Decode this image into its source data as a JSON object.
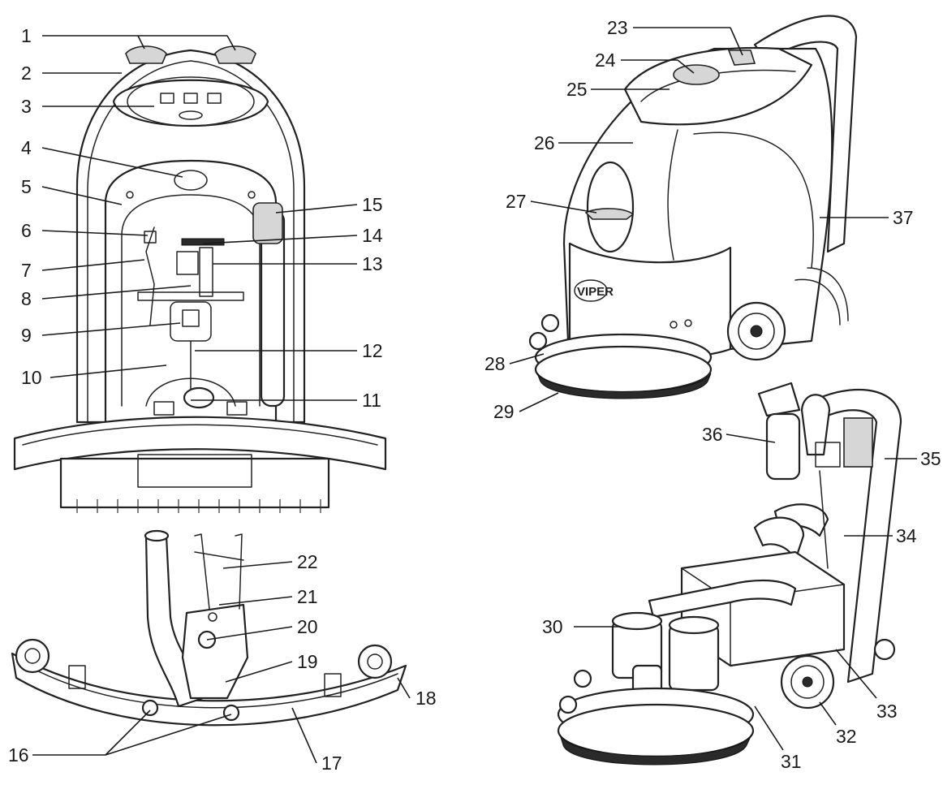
{
  "brand": {
    "logo_text": "VIPER"
  },
  "callouts": [
    {
      "num": "1"
    },
    {
      "num": "2"
    },
    {
      "num": "3"
    },
    {
      "num": "4"
    },
    {
      "num": "5"
    },
    {
      "num": "6"
    },
    {
      "num": "7"
    },
    {
      "num": "8"
    },
    {
      "num": "9"
    },
    {
      "num": "10"
    },
    {
      "num": "11"
    },
    {
      "num": "12"
    },
    {
      "num": "13"
    },
    {
      "num": "14"
    },
    {
      "num": "15"
    },
    {
      "num": "16"
    },
    {
      "num": "17"
    },
    {
      "num": "18"
    },
    {
      "num": "19"
    },
    {
      "num": "20"
    },
    {
      "num": "21"
    },
    {
      "num": "22"
    },
    {
      "num": "23"
    },
    {
      "num": "24"
    },
    {
      "num": "25"
    },
    {
      "num": "26"
    },
    {
      "num": "27"
    },
    {
      "num": "28"
    },
    {
      "num": "29"
    },
    {
      "num": "30"
    },
    {
      "num": "31"
    },
    {
      "num": "32"
    },
    {
      "num": "33"
    },
    {
      "num": "34"
    },
    {
      "num": "35"
    },
    {
      "num": "36"
    },
    {
      "num": "37"
    }
  ]
}
